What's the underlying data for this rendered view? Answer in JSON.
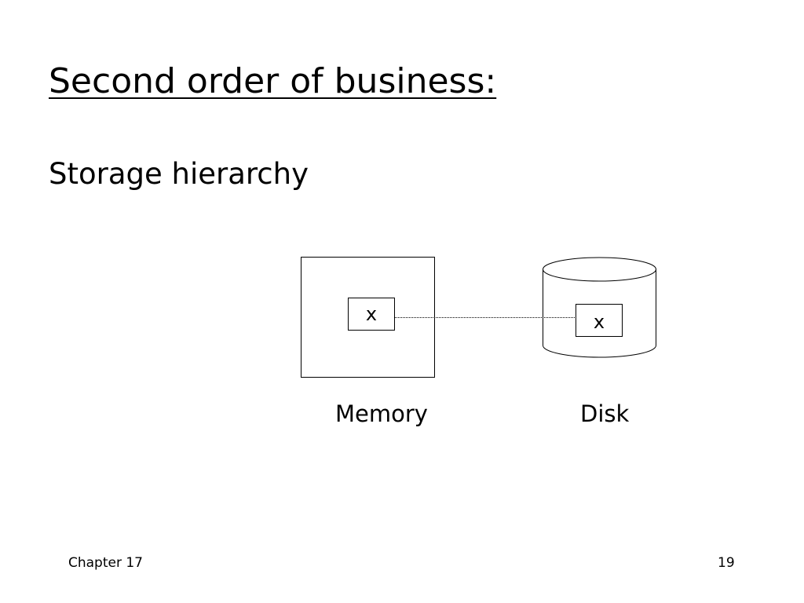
{
  "slide": {
    "title": "Second order of business:",
    "subtitle": "Storage hierarchy"
  },
  "diagram": {
    "memory_item": "x",
    "disk_item": "x",
    "memory_label": "Memory",
    "disk_label": "Disk",
    "stroke_color": "#000000"
  },
  "footer": {
    "chapter": "Chapter 17",
    "page_number": "19"
  }
}
